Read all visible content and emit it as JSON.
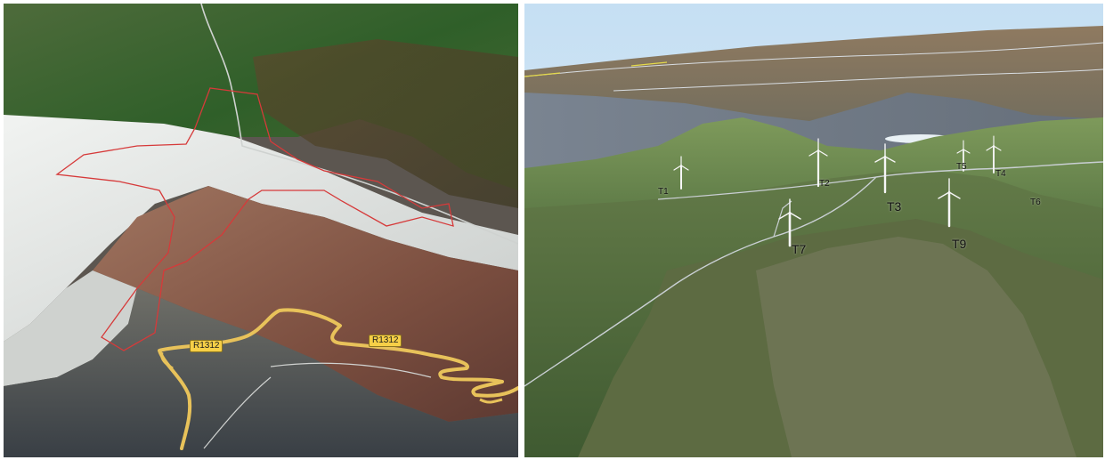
{
  "left_map": {
    "road_labels": [
      "R1312",
      "R1312"
    ],
    "colors": {
      "boundary": "#d63a3a",
      "highlighted_road": "#e8c25a",
      "snow": "#e9ecea",
      "forest": "#2f6a2c"
    }
  },
  "right_map": {
    "turbines": [
      "T1",
      "T2",
      "T3",
      "T4",
      "T5",
      "T6",
      "T7",
      "T9"
    ],
    "colors": {
      "sky": "#d4e8f6",
      "turbine": "#f6f6f6",
      "track": "#c9cfd3"
    }
  }
}
